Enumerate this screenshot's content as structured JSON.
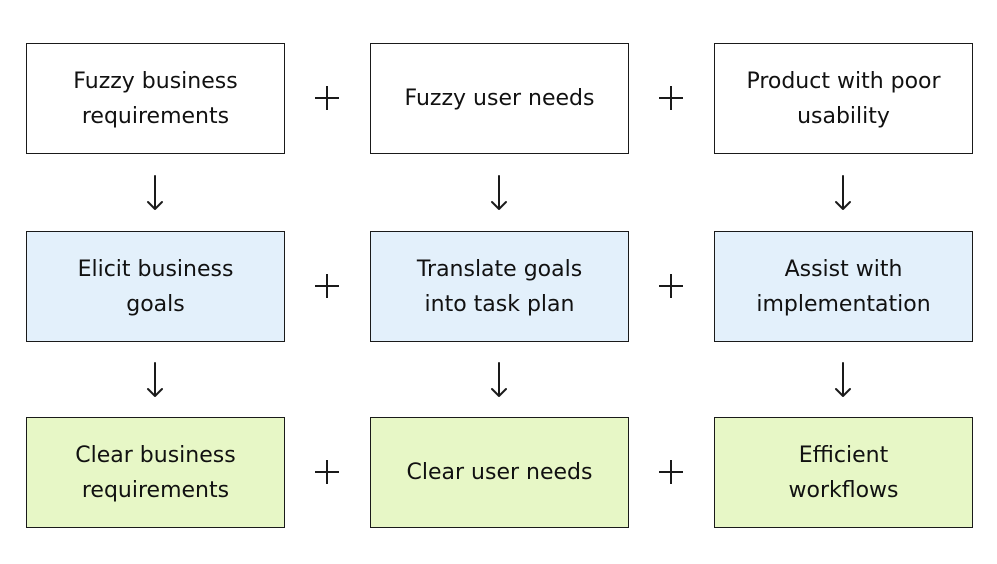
{
  "rows": {
    "problems": [
      {
        "label": "Fuzzy business\nrequirements"
      },
      {
        "label": "Fuzzy user needs"
      },
      {
        "label": "Product with poor\nusability"
      }
    ],
    "actions": [
      {
        "label": "Elicit business\ngoals"
      },
      {
        "label": "Translate goals\ninto task plan"
      },
      {
        "label": "Assist with\nimplementation"
      }
    ],
    "results": [
      {
        "label": "Clear business\nrequirements"
      },
      {
        "label": "Clear user needs"
      },
      {
        "label": "Efficient\nworkflows"
      }
    ]
  },
  "colors": {
    "problem_fill": "#ffffff",
    "action_fill": "#e3f0fb",
    "result_fill": "#e7f7c6",
    "stroke": "#1a1a1a"
  },
  "icons": {
    "connector": "plus-icon",
    "flow": "arrow-down-icon"
  }
}
